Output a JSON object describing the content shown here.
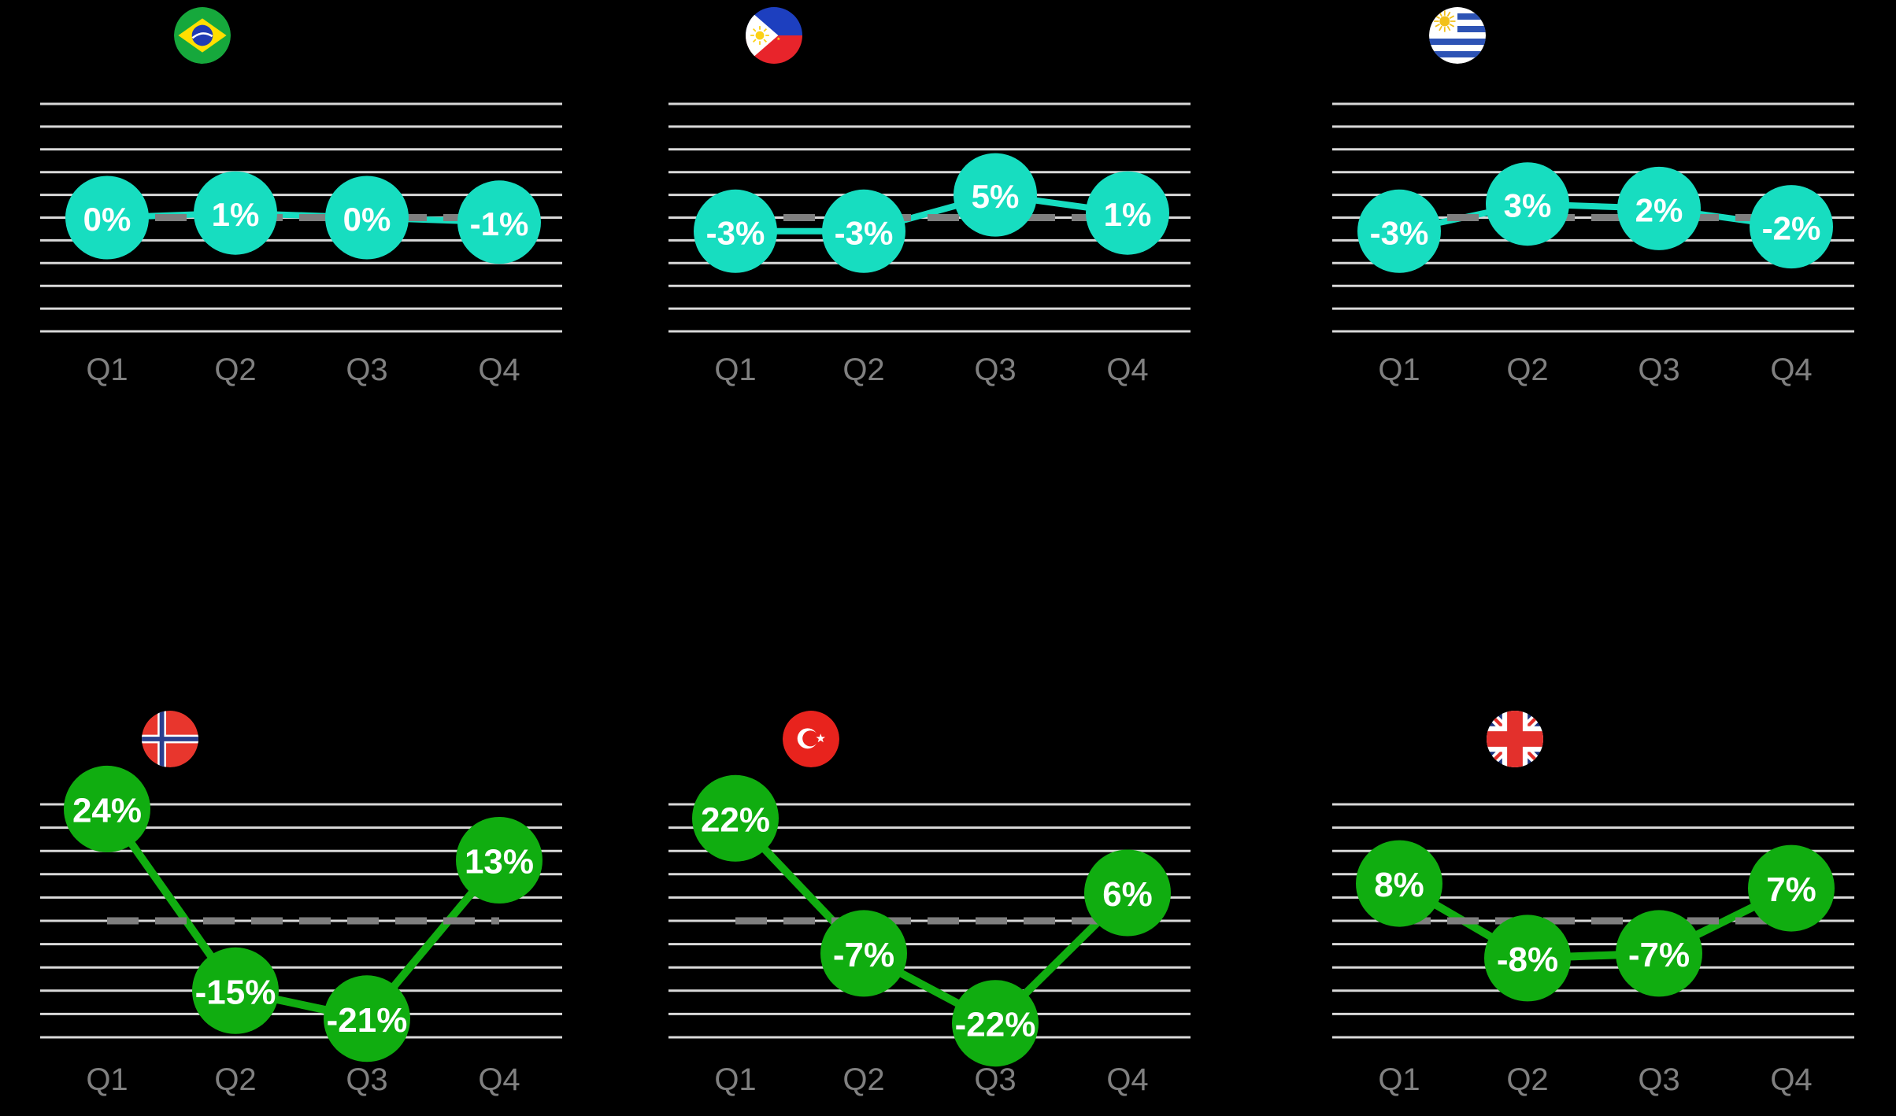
{
  "page": {
    "background": "#000000"
  },
  "quarters": [
    "Q1",
    "Q2",
    "Q3",
    "Q4"
  ],
  "axis": {
    "min_pct": -25,
    "max_pct": 25,
    "gridline_step_pct": 5,
    "gridlines_per_chart": 11,
    "zero_pct": 0,
    "zero_line_style": "dashed",
    "grid_on": true
  },
  "styles": {
    "gridline_color": "#D9D9D9",
    "zero_line_color": "#7F7F7F",
    "tick_label_color": "#808080",
    "value_label_color": "#FFFFFF",
    "row1_series_color": "#17DDC0",
    "row2_series_color": "#10AD10"
  },
  "chart_data": [
    {
      "type": "line",
      "country": "Brazil",
      "flag": "brazil-flag-icon",
      "row": 0,
      "col": 0,
      "series_color": "#17DDC0",
      "categories": [
        "Q1",
        "Q2",
        "Q3",
        "Q4"
      ],
      "values": [
        0,
        1,
        0,
        -1
      ],
      "labels": [
        "0%",
        "1%",
        "0%",
        "-1%"
      ]
    },
    {
      "type": "line",
      "country": "Philippines",
      "flag": "philippines-flag-icon",
      "row": 0,
      "col": 1,
      "series_color": "#17DDC0",
      "categories": [
        "Q1",
        "Q2",
        "Q3",
        "Q4"
      ],
      "values": [
        -3,
        -3,
        5,
        1
      ],
      "labels": [
        "-3%",
        "-3%",
        "5%",
        "1%"
      ]
    },
    {
      "type": "line",
      "country": "Uruguay",
      "flag": "uruguay-flag-icon",
      "row": 0,
      "col": 2,
      "series_color": "#17DDC0",
      "categories": [
        "Q1",
        "Q2",
        "Q3",
        "Q4"
      ],
      "values": [
        -3,
        3,
        2,
        -2
      ],
      "labels": [
        "-3%",
        "3%",
        "2%",
        "-2%"
      ]
    },
    {
      "type": "line",
      "country": "Norway",
      "flag": "norway-flag-icon",
      "row": 1,
      "col": 0,
      "series_color": "#10AD10",
      "categories": [
        "Q1",
        "Q2",
        "Q3",
        "Q4"
      ],
      "values": [
        24,
        -15,
        -21,
        13
      ],
      "labels": [
        "24%",
        "-15%",
        "-21%",
        "13%"
      ]
    },
    {
      "type": "line",
      "country": "Turkey",
      "flag": "turkey-flag-icon",
      "row": 1,
      "col": 1,
      "series_color": "#10AD10",
      "categories": [
        "Q1",
        "Q2",
        "Q3",
        "Q4"
      ],
      "values": [
        22,
        -7,
        -22,
        6
      ],
      "labels": [
        "22%",
        "-7%",
        "-22%",
        "6%"
      ]
    },
    {
      "type": "line",
      "country": "United Kingdom",
      "flag": "united-kingdom-flag-icon",
      "row": 1,
      "col": 2,
      "series_color": "#10AD10",
      "categories": [
        "Q1",
        "Q2",
        "Q3",
        "Q4"
      ],
      "values": [
        8,
        -8,
        -7,
        7
      ],
      "labels": [
        "8%",
        "-8%",
        "-7%",
        "7%"
      ]
    }
  ],
  "flag_colors": {
    "brazil": {
      "field": "#16A83C",
      "diamond": "#FFDF00",
      "globe": "#1F3BB3",
      "band": "#FFFFFF"
    },
    "philippines": {
      "blue": "#1D3FBF",
      "red": "#E8242B",
      "white": "#FFFFFF",
      "sun": "#FCD116"
    },
    "uruguay": {
      "white": "#FFFFFF",
      "blue": "#2D53B5",
      "sun": "#F2C11B"
    },
    "norway": {
      "red": "#E8362D",
      "white": "#FFFFFF",
      "blue": "#2B3F8F"
    },
    "turkey": {
      "red": "#E8231D",
      "white": "#FFFFFF"
    },
    "united-kingdom": {
      "blue": "#1A317F",
      "white": "#FFFFFF",
      "red": "#E3302C"
    }
  }
}
